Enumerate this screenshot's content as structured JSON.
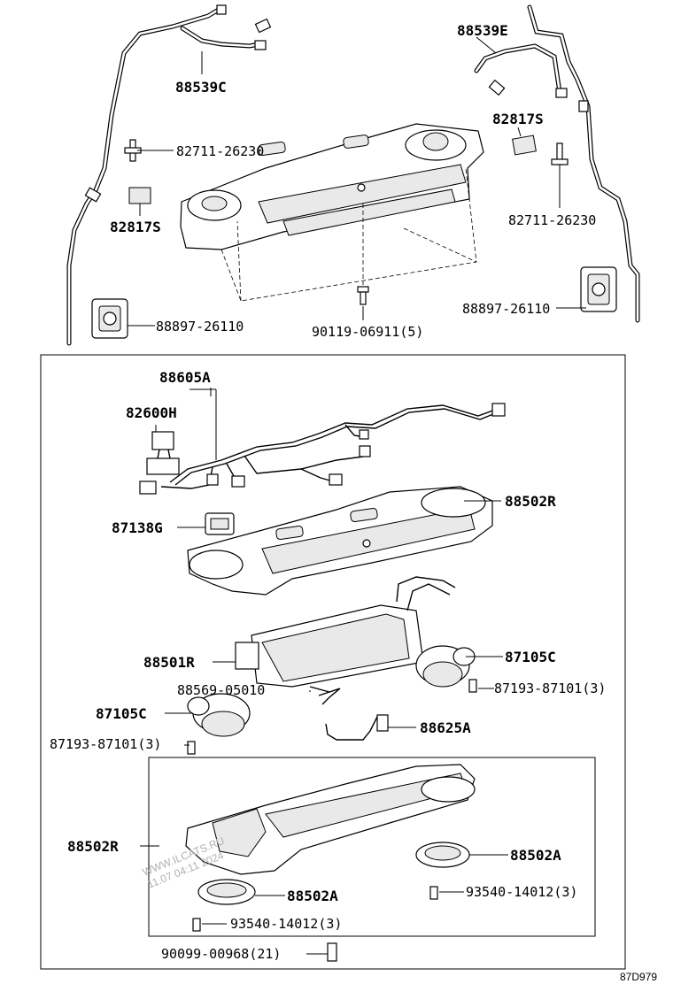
{
  "diagram": {
    "figure_code": "87D979",
    "watermark": [
      "WWW.ILCATS.RU",
      "11.07 04:11 2024"
    ],
    "labels": {
      "hose_top_left": "88539C",
      "hose_top_right": "88539E",
      "clamp_left": "82711-26230",
      "clamp_right": "82711-26230",
      "pad_left": "82817S",
      "pad_right": "82817S",
      "grommet_left": "88897-26110",
      "grommet_right": "88897-26110",
      "bolt_top": "90119-06911(5)",
      "wire_harness": "88605A",
      "connector": "82600H",
      "resistor": "87138G",
      "upper_case": "88502R",
      "evaporator": "88501R",
      "blower_right": "87105C",
      "screw_right": "87193-87101(3)",
      "sensor": "88569-05010",
      "blower_left": "87105C",
      "screw_left": "87193-87101(3)",
      "tube": "88625A",
      "lower_case": "88502R",
      "ring_right": "88502A",
      "screw_ring_right": "93540-14012(3)",
      "ring_left": "88502A",
      "screw_ring_left": "93540-14012(3)",
      "bolt_bottom": "90099-00968(21)"
    }
  }
}
